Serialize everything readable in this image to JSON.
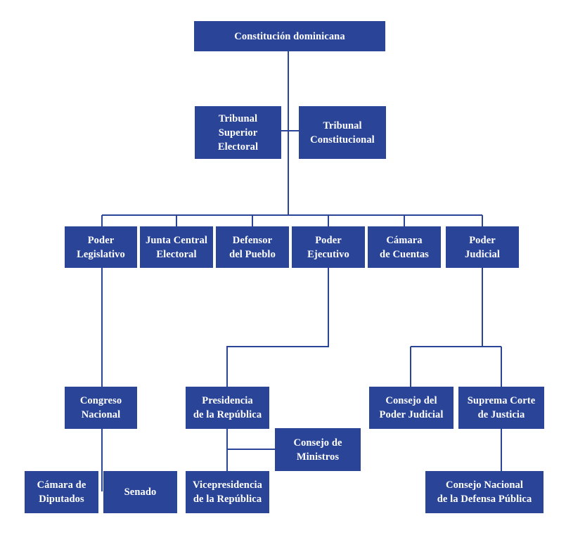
{
  "colors": {
    "box_fill": "#2a4597",
    "line": "#2a4597",
    "text": "#ffffff",
    "background": "#ffffff"
  },
  "nodes": {
    "constitucion": "Constitución dominicana",
    "tse": "Tribunal\nSuperior\nElectoral",
    "tc": "Tribunal\nConstitucional",
    "poder_legislativo": "Poder\nLegislativo",
    "jce": "Junta Central\nElectoral",
    "defensor": "Defensor\ndel Pueblo",
    "poder_ejecutivo": "Poder\nEjecutivo",
    "camara_cuentas": "Cámara\nde Cuentas",
    "poder_judicial": "Poder\nJudicial",
    "congreso": "Congreso\nNacional",
    "presidencia": "Presidencia\nde la República",
    "consejo_poder_judicial": "Consejo del\nPoder Judicial",
    "suprema_corte": "Suprema Corte\nde Justicia",
    "consejo_ministros": "Consejo de\nMinistros",
    "camara_diputados": "Cámara de\nDiputados",
    "senado": "Senado",
    "vicepresidencia": "Vicepresidencia\nde la República",
    "defensa_publica": "Consejo Nacional\nde la Defensa Pública"
  }
}
